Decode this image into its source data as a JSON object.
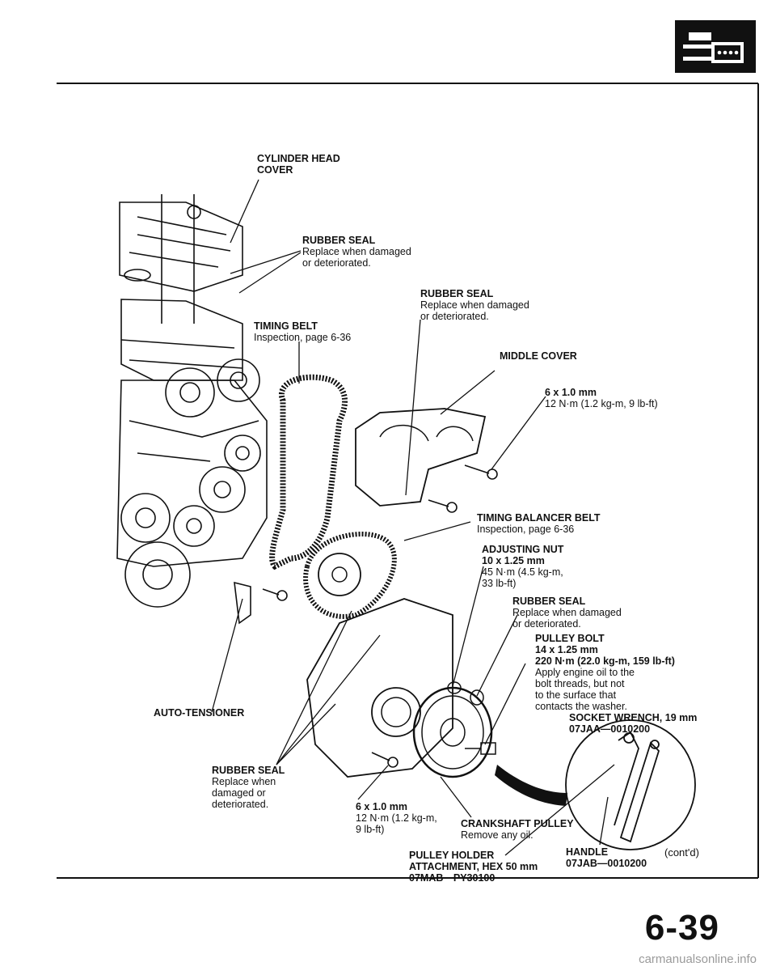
{
  "page": {
    "number": "6-39",
    "cont": "(cont'd)",
    "watermark": "carmanualsonline.info",
    "section_icon": "engine-section-icon"
  },
  "labels": {
    "cyl_head_cover": [
      "CYLINDER HEAD",
      "COVER"
    ],
    "rubber_seal_top": {
      "title": "RUBBER SEAL",
      "lines": [
        "Replace when damaged",
        "or deteriorated."
      ]
    },
    "rubber_seal_mid": {
      "title": "RUBBER SEAL",
      "lines": [
        "Replace when damaged",
        "or deteriorated."
      ]
    },
    "timing_belt": {
      "title": "TIMING BELT",
      "lines": [
        "Inspection, page 6-36"
      ]
    },
    "middle_cover": "MIDDLE COVER",
    "bolt_6x1_upper": {
      "title": "6 x 1.0 mm",
      "lines": [
        "12 N·m (1.2 kg-m, 9 lb-ft)"
      ]
    },
    "timing_balancer_belt": {
      "title": "TIMING BALANCER BELT",
      "lines": [
        "Inspection, page 6-36"
      ]
    },
    "adjusting_nut": {
      "title": "ADJUSTING NUT",
      "bold": [
        "10 x 1.25 mm"
      ],
      "lines": [
        "45 N·m (4.5 kg-m,",
        "33 lb-ft)"
      ]
    },
    "rubber_seal_right": {
      "title": "RUBBER SEAL",
      "lines": [
        "Replace when damaged",
        "or deteriorated."
      ]
    },
    "pulley_bolt": {
      "title": "PULLEY BOLT",
      "bold": [
        "14 x 1.25 mm",
        "220 N·m (22.0 kg-m, 159 lb-ft)"
      ],
      "lines": [
        "Apply engine oil to the",
        "bolt threads, but not",
        "to the surface that",
        "contacts the washer."
      ]
    },
    "socket_wrench": [
      "SOCKET WRENCH, 19 mm",
      "07JAA—0010200"
    ],
    "auto_tensioner": "AUTO-TENSIONER",
    "rubber_seal_low": {
      "title": "RUBBER SEAL",
      "lines": [
        "Replace when",
        "damaged or",
        "deteriorated."
      ]
    },
    "bolt_6x1_lower": {
      "title": "6 x 1.0 mm",
      "lines": [
        "12 N·m (1.2 kg-m,",
        "9 lb-ft)"
      ]
    },
    "crankshaft_pulley": {
      "title": "CRANKSHAFT PULLEY",
      "lines": [
        "Remove any oil."
      ]
    },
    "pulley_holder": [
      "PULLEY HOLDER",
      "ATTACHMENT, HEX 50 mm",
      "07MAB—PY30100"
    ],
    "handle": [
      "HANDLE",
      "07JAB—0010200"
    ]
  }
}
